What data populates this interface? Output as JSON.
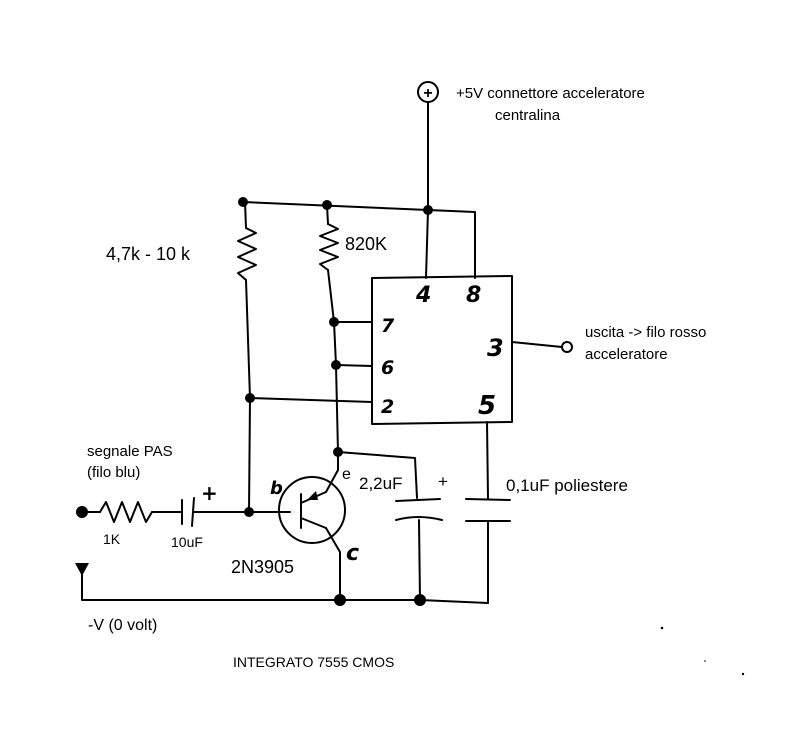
{
  "supply": {
    "symbol": "+",
    "label_line1": "+5V connettore acceleratore",
    "label_line2": "centralina"
  },
  "resistors": {
    "r_var": "4,7k - 10 k",
    "r_820": "820K",
    "r_1k": "1K"
  },
  "ic": {
    "pin4": "4",
    "pin8": "8",
    "pin7": "7",
    "pin6": "6",
    "pin2": "2",
    "pin3": "3",
    "pin5": "5",
    "title": "INTEGRATO  7555 CMOS"
  },
  "output": {
    "line1": "uscita -> filo rosso",
    "line2": "acceleratore"
  },
  "input": {
    "line1": "segnale PAS",
    "line2": "(filo blu)"
  },
  "capacitors": {
    "c_10u": "10uF",
    "c_10u_plus": "+",
    "c_22u": "2,2uF",
    "c_22u_plus": "+",
    "c_01u": "0,1uF poliestere"
  },
  "transistor": {
    "model": "2N3905",
    "base": "b",
    "emitter": "e",
    "collector": "c"
  },
  "ground": {
    "label": "-V (0 volt)"
  }
}
